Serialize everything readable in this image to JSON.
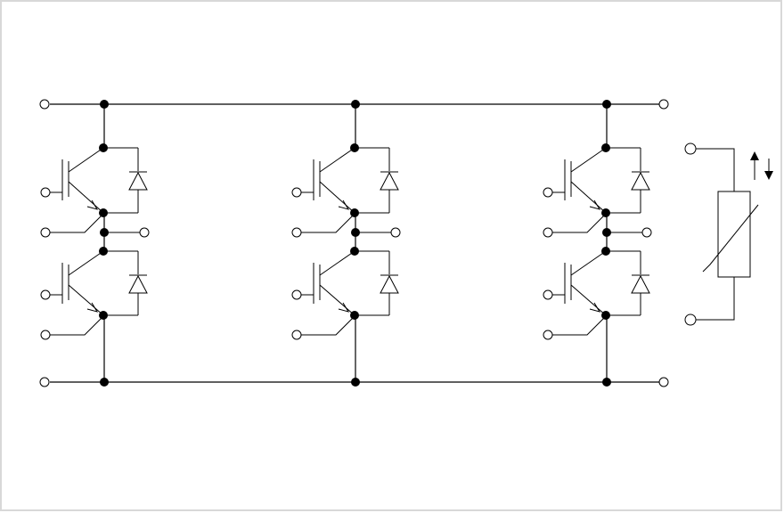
{
  "diagram": {
    "type": "circuit-schematic",
    "colors": {
      "line": "#000000",
      "background": "#ffffff",
      "frame": "#d8d8d8"
    },
    "components": {
      "igbt_count": 6,
      "diode_count": 6,
      "thermistor": "ntc-thermistor-icon",
      "arrows": [
        "arrow-up-icon",
        "arrow-down-icon"
      ]
    },
    "legs": [
      {
        "id": "leg-1"
      },
      {
        "id": "leg-2"
      },
      {
        "id": "leg-3"
      }
    ]
  }
}
